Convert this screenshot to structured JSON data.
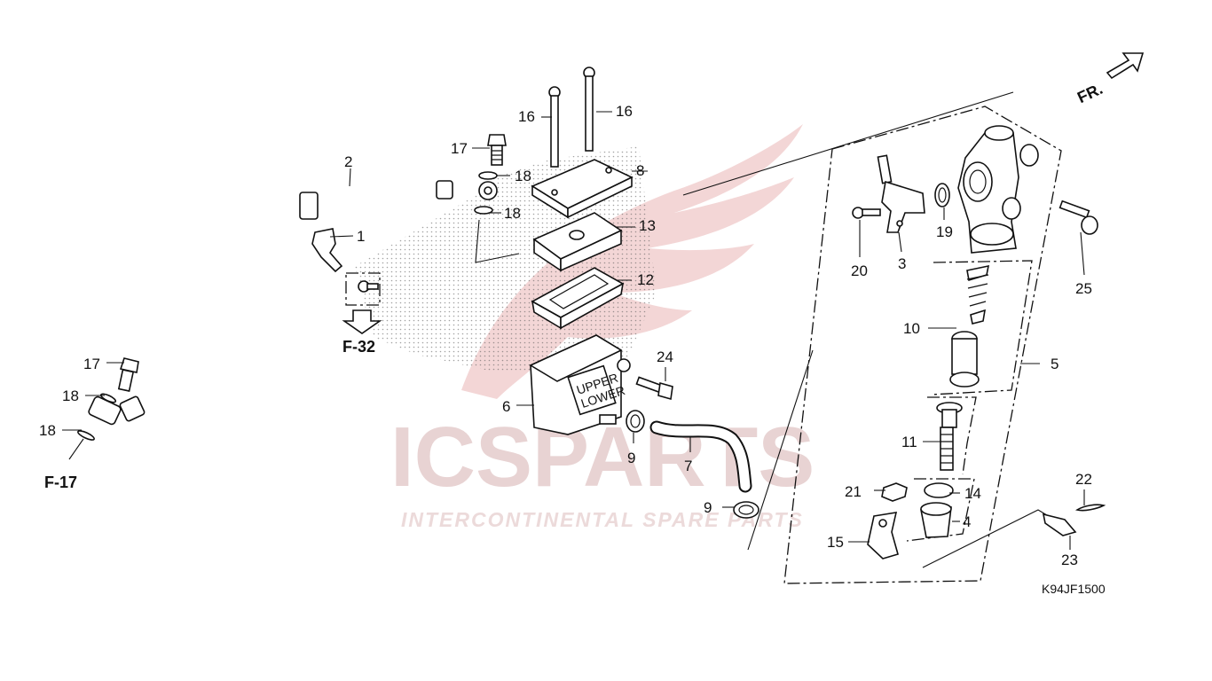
{
  "watermark": {
    "brand": "ICSPARTS",
    "tagline": "INTERCONTINENTAL SPARE PARTS"
  },
  "direction": {
    "label": "FR."
  },
  "references": {
    "f32": "F-32",
    "f17": "F-17"
  },
  "diagram_code": "K94JF1500",
  "callouts": {
    "c1": "1",
    "c2": "2",
    "c3": "3",
    "c4": "4",
    "c5": "5",
    "c6": "6",
    "c7": "7",
    "c8": "8",
    "c9a": "9",
    "c9b": "9",
    "c10": "10",
    "c11": "11",
    "c12": "12",
    "c13": "13",
    "c14": "14",
    "c15": "15",
    "c16a": "16",
    "c16b": "16",
    "c17a": "17",
    "c17b": "17",
    "c18a": "18",
    "c18b": "18",
    "c18c": "18",
    "c18d": "18",
    "c19": "19",
    "c20": "20",
    "c21": "21",
    "c22": "22",
    "c23": "23",
    "c24": "24",
    "c25": "25"
  },
  "reservoir_labels": {
    "upper": "UPPER",
    "lower": "LOWER"
  },
  "colors": {
    "ink": "#111111",
    "watermark": "#e8d3d3",
    "wing": "#f1c9c9"
  }
}
